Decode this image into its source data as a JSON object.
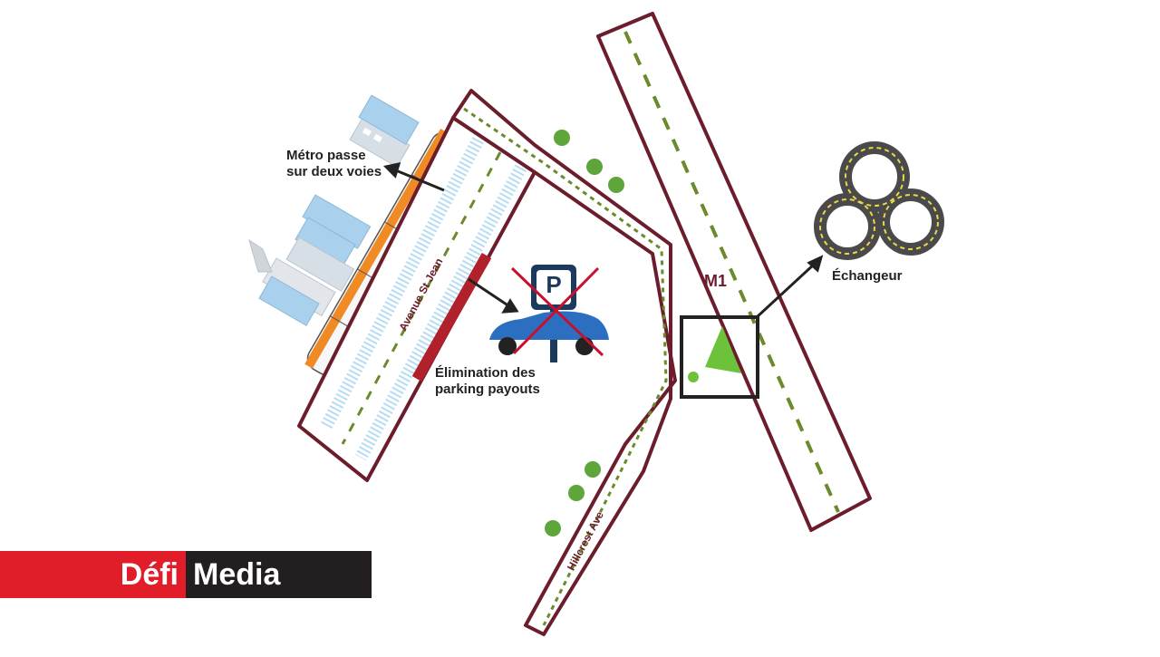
{
  "labels": {
    "metro": [
      "Métro passe",
      "sur deux voies"
    ],
    "echangeur": "Échangeur",
    "elimination": [
      "Élimination des",
      "parking payouts"
    ],
    "road_m1": "M1",
    "avenue": "Avenue St Jean",
    "hillcrest": "Hillcrest Ave"
  },
  "icons": {
    "parking": "P"
  },
  "brand": {
    "part1": "Défi",
    "part2": "Media"
  },
  "colors": {
    "road_outline": "#6b1d2c",
    "center_line": "#6b8a2c",
    "parking_strip": "#b0212b",
    "green_area": "#6cc23a",
    "brand_red": "#e11d2a",
    "brand_dark": "#231f20"
  }
}
